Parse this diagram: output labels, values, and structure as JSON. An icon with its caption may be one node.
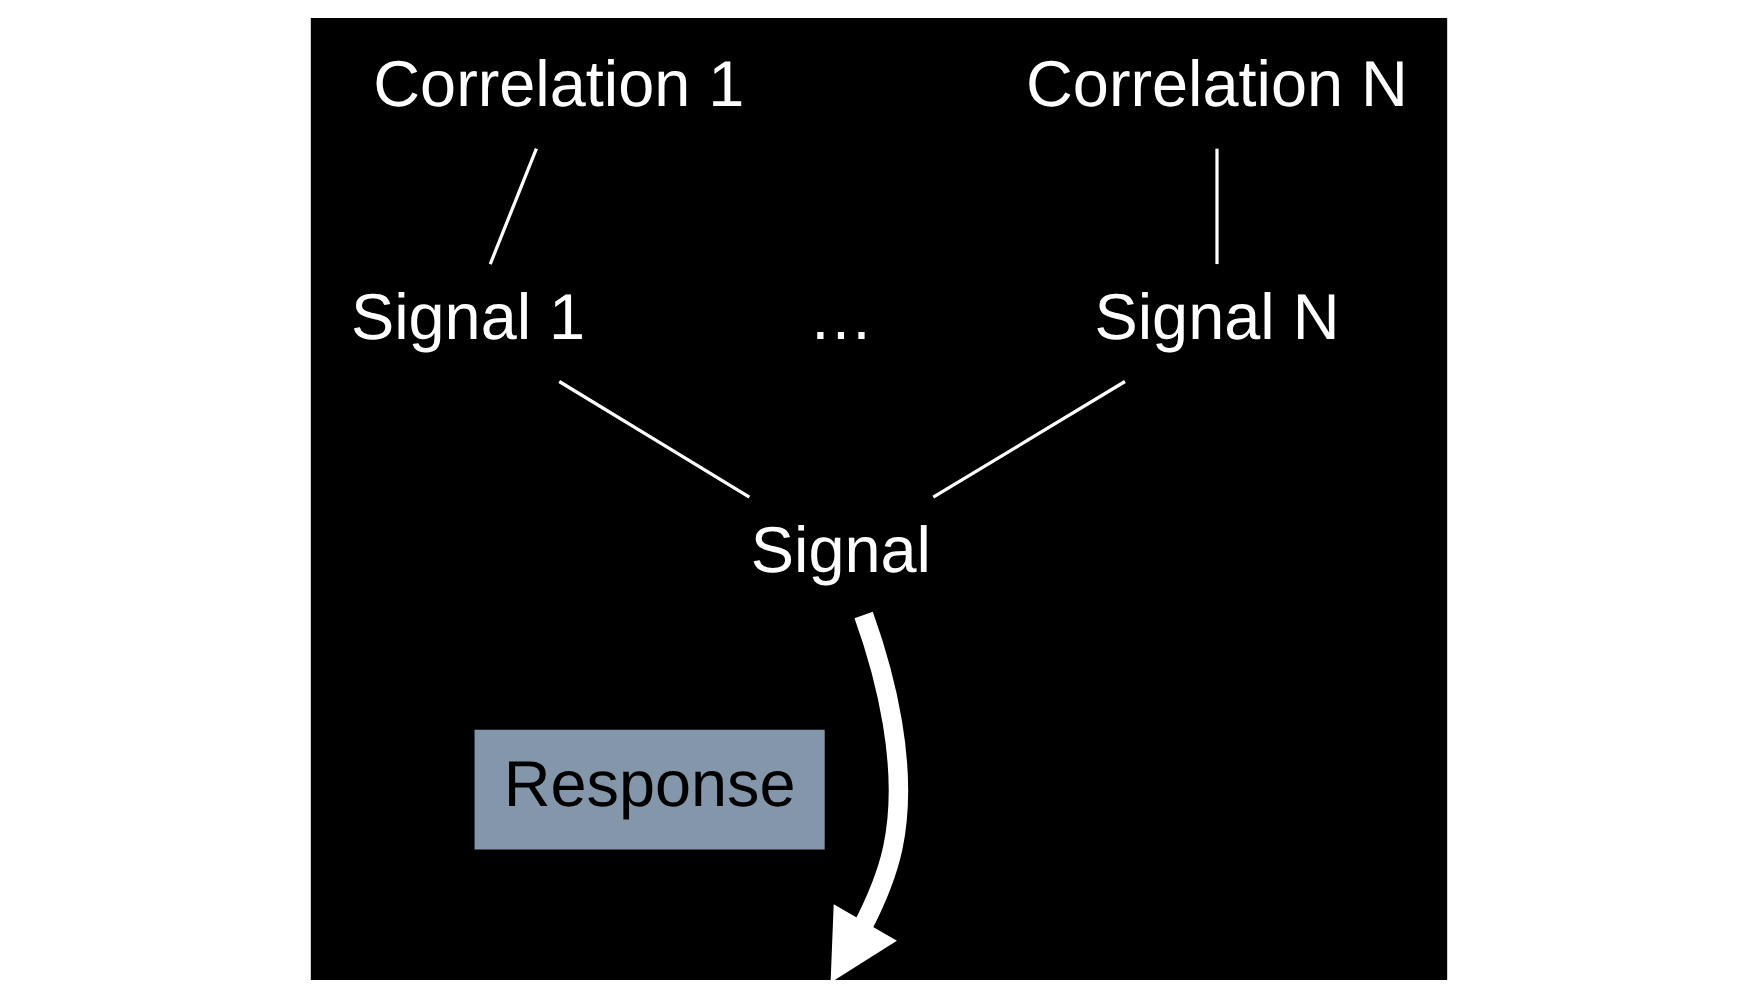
{
  "diagram": {
    "nodes": [
      {
        "text": [
          "Correlation 1"
        ]
      },
      {
        "text": [
          "Correlation N"
        ]
      },
      {
        "text": [
          "Signal 1"
        ]
      },
      {
        "text": [
          "Signal N"
        ]
      },
      {
        "text": [
          "Signal"
        ]
      },
      {
        "text": [
          "Response"
        ]
      }
    ],
    "edges": [
      {
        "from": 0,
        "to": 2,
        "arrow": "none"
      },
      {
        "from": 1,
        "to": 3,
        "arrow": "none"
      },
      {
        "from": 2,
        "to": 4,
        "arrow": "none"
      },
      {
        "from": 3,
        "to": 4,
        "arrow": "none"
      },
      {
        "from": 4,
        "to": null,
        "arrow": "to",
        "style": "thick"
      }
    ],
    "labels": [
      "…"
    ]
  }
}
